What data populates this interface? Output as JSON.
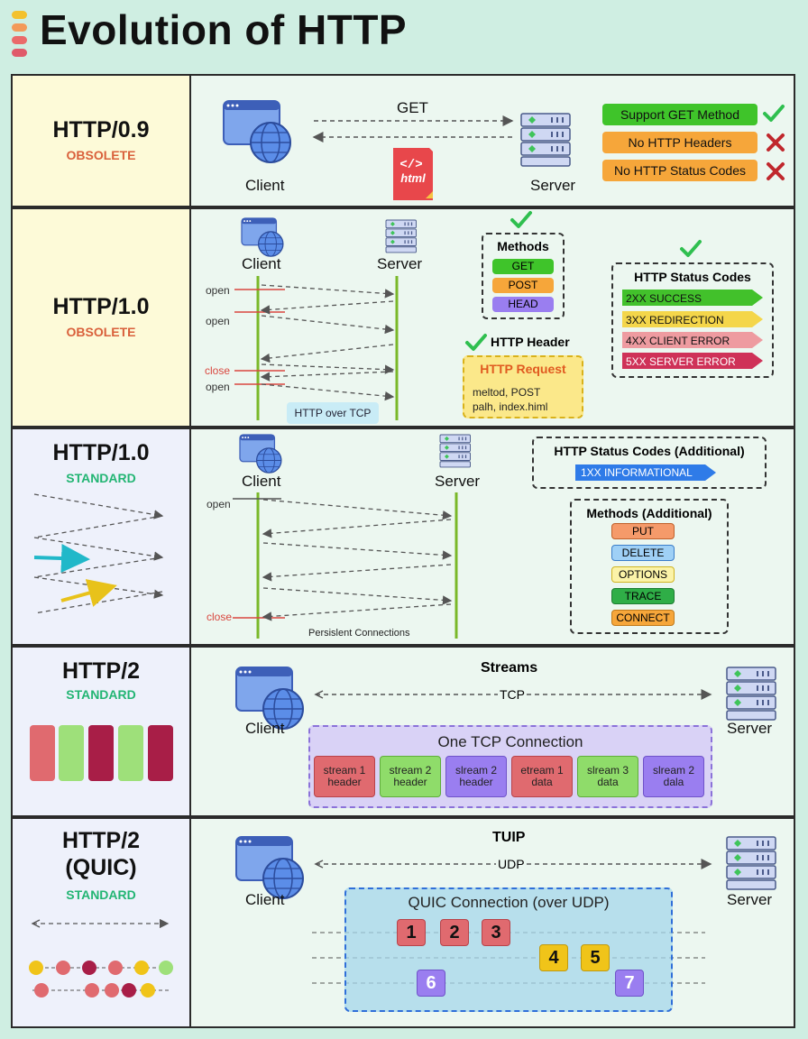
{
  "title": "Evolution of HTTP",
  "common": {
    "client": "Client",
    "server": "Server"
  },
  "r1": {
    "version": "HTTP/0.9",
    "status": "OBSOLETE",
    "request": "GET",
    "file_icon_text": "html",
    "features": [
      {
        "text": "Support GET Method",
        "ok": true
      },
      {
        "text": "No HTTP Headers",
        "ok": false
      },
      {
        "text": "No HTTP Status Codes",
        "ok": false
      }
    ]
  },
  "r2": {
    "version": "HTTP/1.0",
    "status": "OBSOLETE",
    "open1": "open",
    "open2": "open",
    "close": "close",
    "open3": "open",
    "transport": "HTTP over TCP",
    "methods_title": "Methods",
    "methods": [
      "GET",
      "POST",
      "HEAD"
    ],
    "status_title": "HTTP Status Codes",
    "status_codes": [
      "2XX SUCCESS",
      "3XX REDIRECTION",
      "4XX CLIENT ERROR",
      "5XX SERVER ERROR"
    ],
    "header_title": "HTTP Header",
    "req_title": "HTTP Request",
    "req_line1": "meltod, POST",
    "req_line2": "palh, index.himl"
  },
  "r3": {
    "version": "HTTP/1.0",
    "status": "STANDARD",
    "open": "open",
    "close": "close",
    "note": "Persislent Connections",
    "status_title": "HTTP Status Codes (Additional)",
    "status_code": "1XX INFORMATIONAL",
    "methods_title": "Methods (Additional)",
    "methods": [
      "PUT",
      "DELETE",
      "OPTIONS",
      "TRACE",
      "CONNECT"
    ]
  },
  "r4": {
    "version": "HTTP/2",
    "status": "STANDARD",
    "title": "Streams",
    "transport": "TCP",
    "conn_title": "One TCP Connection",
    "streams": [
      {
        "l1": "stream 1",
        "l2": "header"
      },
      {
        "l1": "stream 2",
        "l2": "header"
      },
      {
        "l1": "slream 2",
        "l2": "header"
      },
      {
        "l1": "etream 1",
        "l2": "data"
      },
      {
        "l1": "slream 3",
        "l2": "data"
      },
      {
        "l1": "slream 2",
        "l2": "dala"
      }
    ]
  },
  "r5": {
    "version_l1": "HTTP/2",
    "version_l2": "(QUIC)",
    "status": "STANDARD",
    "title": "TUIP",
    "transport": "UDP",
    "conn_title": "QUIC Connection (over UDP)",
    "packets": [
      "1",
      "2",
      "3",
      "4",
      "5",
      "6",
      "7"
    ]
  },
  "colors": {
    "obsolete": "#d9603b",
    "standard": "#22b573",
    "ok": "#2fbf4f",
    "bad": "#c0282d",
    "check": "#2fbf4f"
  }
}
